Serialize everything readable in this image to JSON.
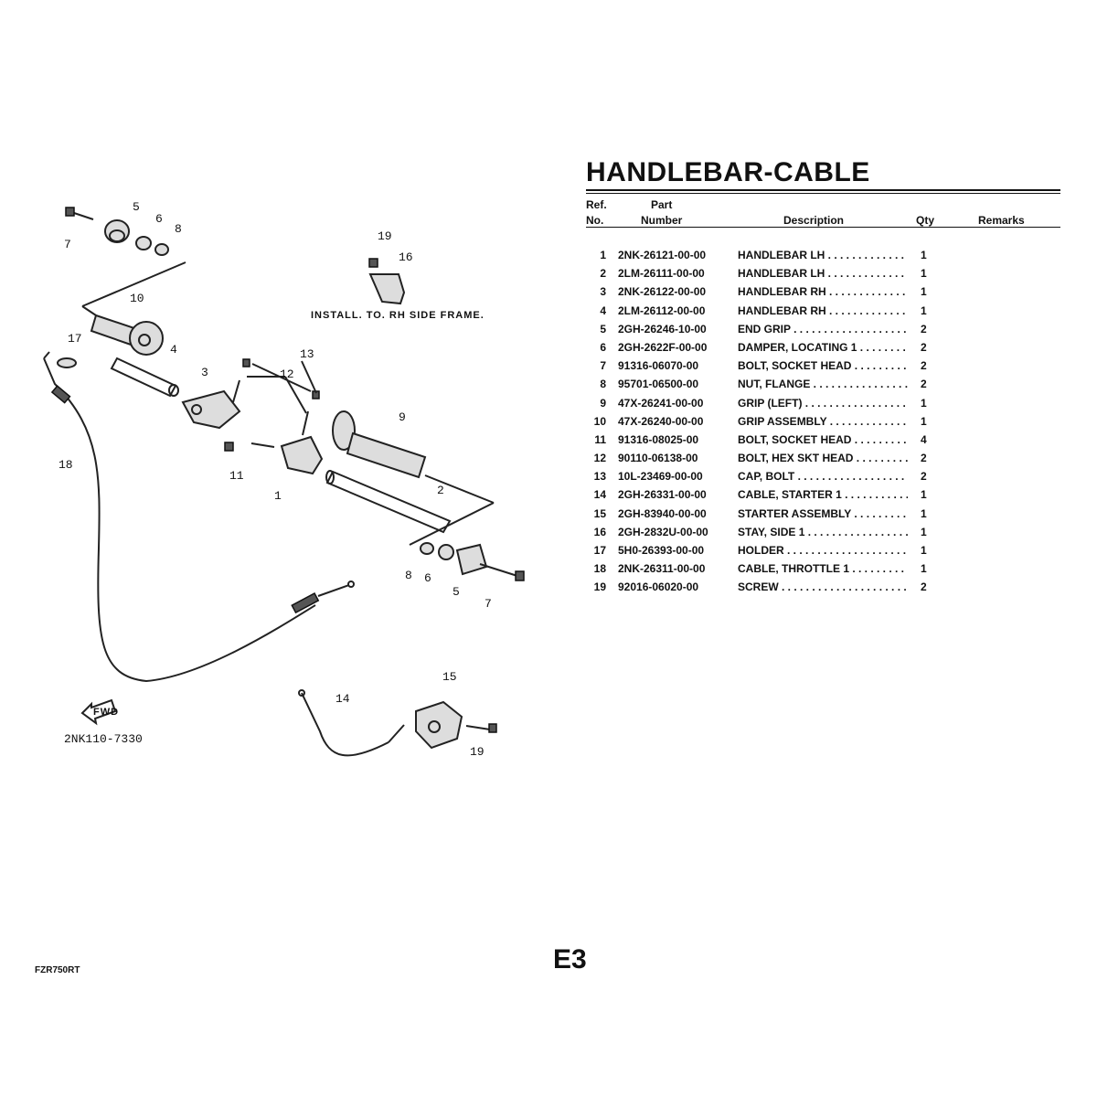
{
  "title": "HANDLEBAR-CABLE",
  "headers": {
    "ref_line1": "Ref.",
    "ref_line2": "No.",
    "part_line1": "Part",
    "part_line2": "Number",
    "description": "Description",
    "qty": "Qty",
    "remarks": "Remarks"
  },
  "parts": [
    {
      "ref": "1",
      "number": "2NK-26121-00-00",
      "description": "HANDLEBAR LH",
      "qty": "1"
    },
    {
      "ref": "2",
      "number": "2LM-26111-00-00",
      "description": "HANDLEBAR LH",
      "qty": "1"
    },
    {
      "ref": "3",
      "number": "2NK-26122-00-00",
      "description": "HANDLEBAR RH",
      "qty": "1"
    },
    {
      "ref": "4",
      "number": "2LM-26112-00-00",
      "description": "HANDLEBAR RH",
      "qty": "1"
    },
    {
      "ref": "5",
      "number": "2GH-26246-10-00",
      "description": "END GRIP",
      "qty": "2"
    },
    {
      "ref": "6",
      "number": "2GH-2622F-00-00",
      "description": "DAMPER, LOCATING 1",
      "qty": "2"
    },
    {
      "ref": "7",
      "number": "91316-06070-00",
      "description": "BOLT, SOCKET HEAD",
      "qty": "2"
    },
    {
      "ref": "8",
      "number": "95701-06500-00",
      "description": "NUT, FLANGE",
      "qty": "2"
    },
    {
      "ref": "9",
      "number": "47X-26241-00-00",
      "description": "GRIP (LEFT)",
      "qty": "1"
    },
    {
      "ref": "10",
      "number": "47X-26240-00-00",
      "description": "GRIP ASSEMBLY",
      "qty": "1"
    },
    {
      "ref": "11",
      "number": "91316-08025-00",
      "description": "BOLT, SOCKET HEAD",
      "qty": "4"
    },
    {
      "ref": "12",
      "number": "90110-06138-00",
      "description": "BOLT, HEX SKT HEAD",
      "qty": "2"
    },
    {
      "ref": "13",
      "number": "10L-23469-00-00",
      "description": "CAP, BOLT",
      "qty": "2"
    },
    {
      "ref": "14",
      "number": "2GH-26331-00-00",
      "description": "CABLE, STARTER 1",
      "qty": "1"
    },
    {
      "ref": "15",
      "number": "2GH-83940-00-00",
      "description": "STARTER ASSEMBLY",
      "qty": "1"
    },
    {
      "ref": "16",
      "number": "2GH-2832U-00-00",
      "description": "STAY, SIDE 1",
      "qty": "1"
    },
    {
      "ref": "17",
      "number": "5H0-26393-00-00",
      "description": "HOLDER",
      "qty": "1"
    },
    {
      "ref": "18",
      "number": "2NK-26311-00-00",
      "description": "CABLE, THROTTLE 1",
      "qty": "1"
    },
    {
      "ref": "19",
      "number": "92016-06020-00",
      "description": "SCREW",
      "qty": "2"
    }
  ],
  "diagram": {
    "install_note": "INSTALL. TO. RH SIDE FRAME.",
    "figure_code": "2NK110-7330",
    "fwd_label": "FWD",
    "callouts": {
      "c7a": "7",
      "c5a": "5",
      "c6a": "6",
      "c8a": "8",
      "c19a": "19",
      "c16": "16",
      "c10": "10",
      "c17": "17",
      "c4": "4",
      "c3": "3",
      "c13": "13",
      "c12": "12",
      "c9": "9",
      "c18": "18",
      "c11": "11",
      "c1": "1",
      "c2": "2",
      "c8b": "8",
      "c6b": "6",
      "c5b": "5",
      "c7b": "7",
      "c15": "15",
      "c14": "14",
      "c19b": "19"
    }
  },
  "page_number": "E3",
  "model": "FZR750RT"
}
